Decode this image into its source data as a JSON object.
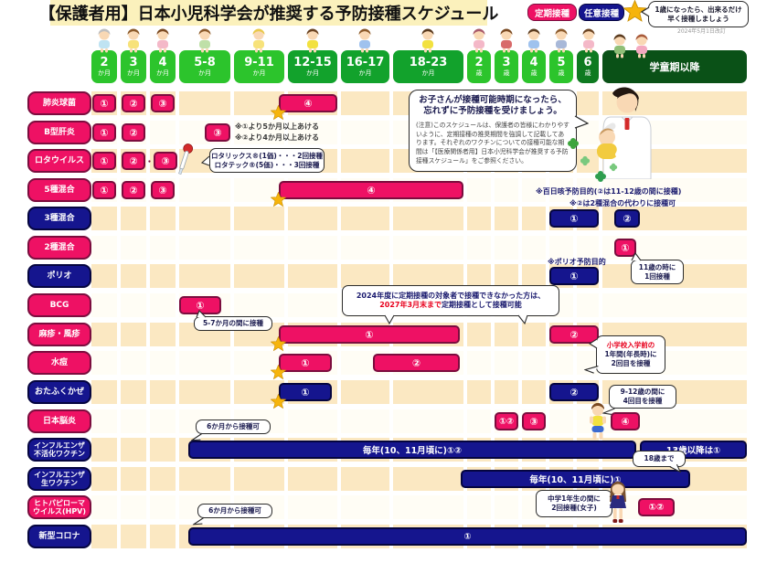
{
  "title": "【保護者用】日本小児科学会が推奨する予防接種スケジュール",
  "legend": {
    "regular": "定期接種",
    "optional": "任意接種",
    "star_note_line1": "1歳になったら、出来るだけ",
    "star_note_line2": "早く接種しましょう",
    "revision": "2024年5月1日改訂"
  },
  "age_columns": [
    {
      "label": "2",
      "unit": "か月"
    },
    {
      "label": "3",
      "unit": "か月"
    },
    {
      "label": "4",
      "unit": "か月"
    },
    {
      "label": "5-8",
      "unit": "か月"
    },
    {
      "label": "9-11",
      "unit": "か月"
    },
    {
      "label": "12-15",
      "unit": "か月"
    },
    {
      "label": "16-17",
      "unit": "か月"
    },
    {
      "label": "18-23",
      "unit": "か月"
    },
    {
      "label": "2",
      "unit": "歳"
    },
    {
      "label": "3",
      "unit": "歳"
    },
    {
      "label": "4",
      "unit": "歳"
    },
    {
      "label": "5",
      "unit": "歳"
    },
    {
      "label": "6",
      "unit": "歳"
    },
    {
      "label": "学童期以降",
      "unit": ""
    }
  ],
  "advice": {
    "line1": "お子さんが接種可能時期になったら、",
    "line2": "忘れずに予防接種を受けましょう。",
    "note": "(注意)このスケジュールは、保護者の皆様にわかりやすいように、定期接種の推奨期間を強調して記載してあります。それぞれのワクチンについての接種可能な期間は「【医療関係者用】日本小児科学会が推奨する予防接種スケジュール」をご参照ください。"
  },
  "rows": [
    {
      "label": "肺炎球菌",
      "type": "regular",
      "marks": [
        {
          "label": "①"
        },
        {
          "label": "②"
        },
        {
          "label": "③"
        },
        {
          "label": "④"
        }
      ]
    },
    {
      "label": "B型肝炎",
      "type": "regular",
      "marks": [
        {
          "label": "①"
        },
        {
          "label": "②"
        },
        {
          "label": "③"
        }
      ]
    },
    {
      "label": "ロタウイルス",
      "type": "regular",
      "marks": [
        {
          "label": "①"
        },
        {
          "label": "②"
        },
        {
          "label": "③"
        }
      ]
    },
    {
      "label": "5種混合",
      "type": "regular",
      "marks": [
        {
          "label": "①"
        },
        {
          "label": "②"
        },
        {
          "label": "③"
        },
        {
          "label": "④"
        }
      ]
    },
    {
      "label": "3種混合",
      "type": "optional",
      "marks": [
        {
          "label": "①"
        },
        {
          "label": "②"
        }
      ]
    },
    {
      "label": "2種混合",
      "type": "regular",
      "marks": [
        {
          "label": "①"
        }
      ]
    },
    {
      "label": "ポリオ",
      "type": "optional",
      "marks": [
        {
          "label": "①"
        }
      ]
    },
    {
      "label": "BCG",
      "type": "regular",
      "marks": [
        {
          "label": "①"
        }
      ]
    },
    {
      "label": "麻疹・風疹",
      "type": "regular",
      "marks": [
        {
          "label": "①"
        },
        {
          "label": "②"
        }
      ]
    },
    {
      "label": "水痘",
      "type": "regular",
      "marks": [
        {
          "label": "①"
        },
        {
          "label": "②"
        }
      ]
    },
    {
      "label": "おたふくかぜ",
      "type": "optional",
      "marks": [
        {
          "label": "①"
        },
        {
          "label": "②"
        }
      ]
    },
    {
      "label": "日本脳炎",
      "type": "regular",
      "marks": [
        {
          "label": "①②"
        },
        {
          "label": "③"
        },
        {
          "label": "④"
        }
      ]
    },
    {
      "label": "インフルエンザ",
      "label2": "不活化ワクチン",
      "type": "optional",
      "marks": [
        {
          "label": "毎年(10、11月頃に)①②"
        },
        {
          "label": "13歳以降は①"
        }
      ]
    },
    {
      "label": "インフルエンザ",
      "label2": "生ワクチン",
      "type": "optional",
      "marks": [
        {
          "label": "毎年(10、11月頃に)①"
        }
      ]
    },
    {
      "label": "ヒトパピローマ",
      "label2": "ウイルス(HPV)",
      "type": "regular",
      "marks": [
        {
          "label": "①②"
        }
      ]
    },
    {
      "label": "新型コロナ",
      "type": "optional",
      "marks": [
        {
          "label": "①"
        }
      ]
    }
  ],
  "annotations": {
    "hepb_note1": "※①より5か月以上あける",
    "hepb_note2": "※②より4か月以上あける",
    "rota_dots": "・・",
    "rota_line1": "ロタリックス®(1価)・・・2回接種",
    "rota_line2": "ロタテック®(5価)・・・3回接種",
    "pertussis_note1": "※百日咳予防目的(②は11-12歳の間に接種)",
    "pertussis_note2": "※②は2種混合の代わりに接種可",
    "dt_line1": "11歳の時に",
    "dt_line2": "1回接種",
    "polio_note": "※ポリオ予防目的",
    "bcg_note": "5-7か月の間に接種",
    "catchup_line1": "2024年度に定期接種の対象者で接種できなかった方は、",
    "catchup_deadline": "2027年3月末まで",
    "catchup_line2": "定期接種として接種可能",
    "preschool_line1": "小学校入学前の",
    "preschool_line2": "1年間(年長時)に",
    "preschool_line3": "2回目を接種",
    "je_line1": "9-12歳の間に",
    "je_line2": "4回目を接種",
    "from_6months": "6か月から接種可",
    "until_18": "18歳まで",
    "hpv_line1": "中学1年生の間に",
    "hpv_line2": "2回接種(女子)"
  },
  "colors": {
    "regular": "#EE1164",
    "optional": "#15158E",
    "star": "#F6B40C",
    "beige": "#FBE8C2"
  }
}
